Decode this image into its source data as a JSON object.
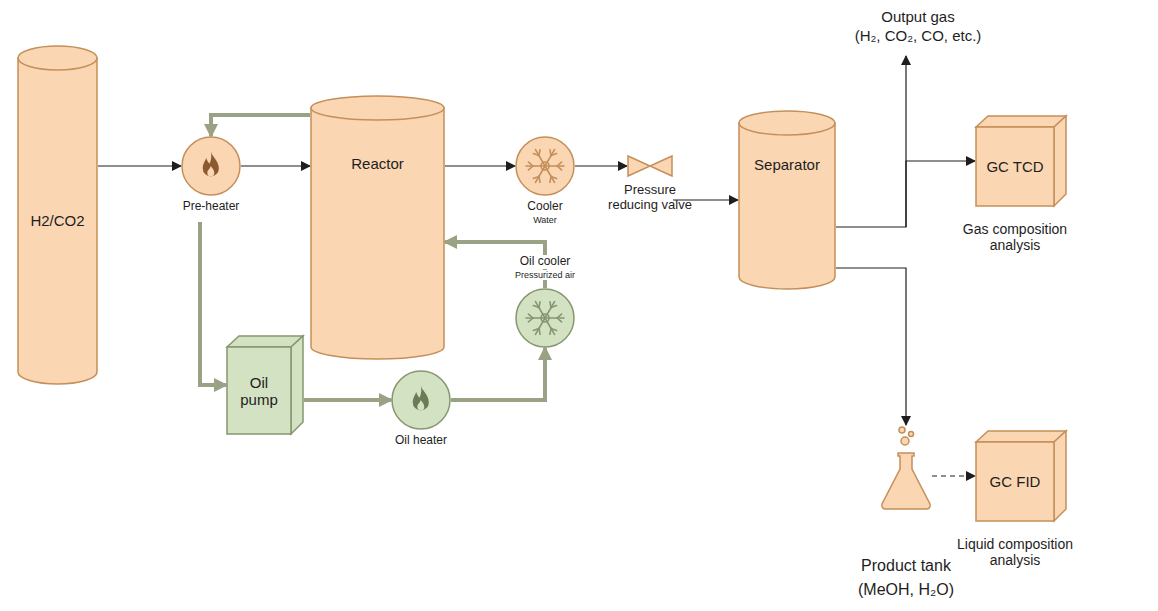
{
  "diagram": {
    "nodes": [
      {
        "text": [
          "H2/CO2"
        ]
      },
      {
        "text": [
          "Pre-heater"
        ]
      },
      {
        "text": [
          "Reactor"
        ]
      },
      {
        "text": [
          "Cooler",
          "Water"
        ]
      },
      {
        "text": [
          "Pressure reducing valve"
        ]
      },
      {
        "text": [
          "Separator"
        ]
      },
      {
        "text": [
          "GC TCD",
          "Gas composition analysis"
        ]
      },
      {
        "text": [
          "Product tank",
          "(MeOH, H₂O)"
        ]
      },
      {
        "text": [
          "GC FID",
          "Liquid composition analysis"
        ]
      },
      {
        "text": [
          "Oil pump"
        ]
      },
      {
        "text": [
          "Oil heater"
        ]
      },
      {
        "text": [
          "Oil cooler",
          "Pressurized air"
        ]
      }
    ],
    "edges": [
      {
        "from": 0,
        "to": 1,
        "arrow": "to"
      },
      {
        "from": 1,
        "to": 2,
        "arrow": "to"
      },
      {
        "from": 2,
        "to": 1,
        "arrow": "to"
      },
      {
        "from": 2,
        "to": 3,
        "arrow": "to"
      },
      {
        "from": 3,
        "to": 4,
        "arrow": "to"
      },
      {
        "from": 4,
        "to": 5,
        "arrow": "to"
      },
      {
        "from": 5,
        "to": 6,
        "arrow": "to"
      },
      {
        "from": 5,
        "to": 7,
        "arrow": "to"
      },
      {
        "from": 7,
        "to": 8,
        "arrow": "to"
      },
      {
        "from": 1,
        "to": 9,
        "arrow": "to"
      },
      {
        "from": 9,
        "to": 10,
        "arrow": "to"
      },
      {
        "from": 10,
        "to": 11,
        "arrow": "to"
      },
      {
        "from": 11,
        "to": 2,
        "arrow": "to"
      }
    ],
    "labels": [
      "Output gas",
      "(H₂, CO₂, CO, etc.)"
    ]
  }
}
